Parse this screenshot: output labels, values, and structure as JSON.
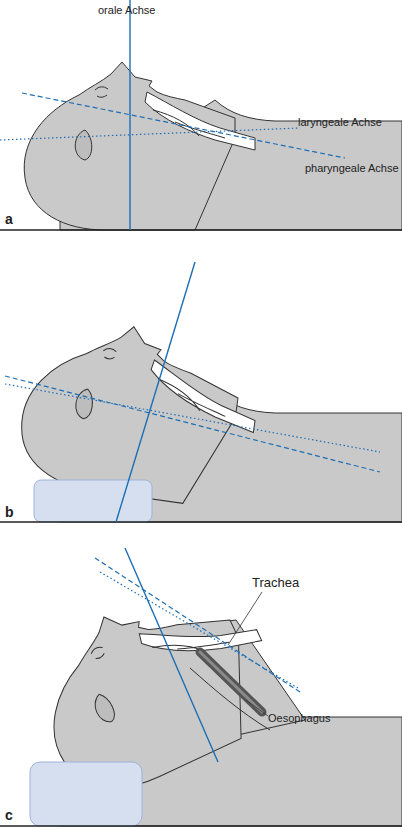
{
  "diagram": {
    "labels": [
      "orale Achse",
      "laryngeale Achse",
      "pharyngeale Achse",
      "a",
      "b",
      "Trachea",
      "Oesophagus",
      "c"
    ]
  }
}
